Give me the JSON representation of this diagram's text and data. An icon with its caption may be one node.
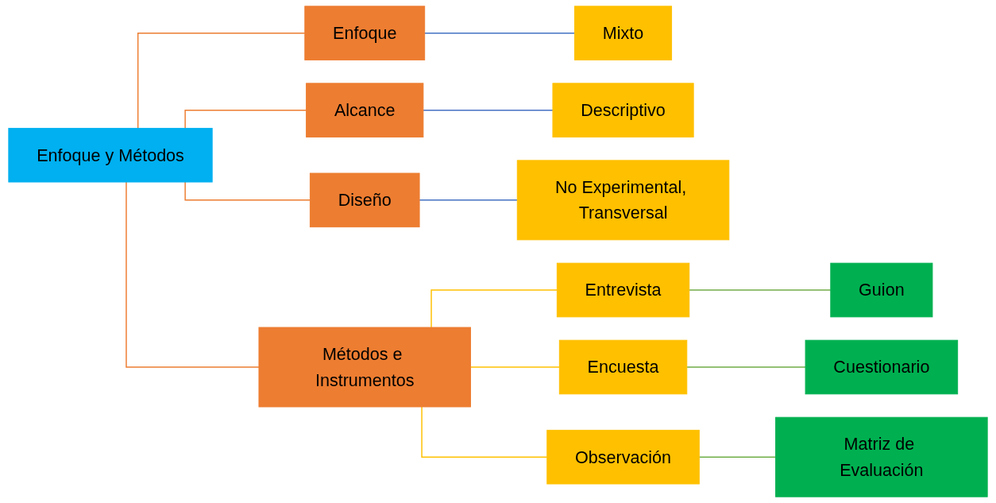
{
  "diagram": {
    "nodes": [
      {
        "text": [
          "Enfoque y Métodos"
        ]
      },
      {
        "text": [
          "Enfoque"
        ]
      },
      {
        "text": [
          "Alcance"
        ]
      },
      {
        "text": [
          "Diseño"
        ]
      },
      {
        "text": [
          "Métodos e Instrumentos"
        ]
      },
      {
        "text": [
          "Mixto"
        ]
      },
      {
        "text": [
          "Descriptivo"
        ]
      },
      {
        "text": [
          "No Experimental, Transversal"
        ]
      },
      {
        "text": [
          "Entrevista"
        ]
      },
      {
        "text": [
          "Encuesta"
        ]
      },
      {
        "text": [
          "Observación"
        ]
      },
      {
        "text": [
          "Guion"
        ]
      },
      {
        "text": [
          "Cuestionario"
        ]
      },
      {
        "text": [
          "Matriz de Evaluación"
        ]
      }
    ],
    "edges": [
      {
        "from": 0,
        "to": 1,
        "arrow": "none",
        "color": "#ed7d31"
      },
      {
        "from": 0,
        "to": 2,
        "arrow": "none",
        "color": "#ed7d31"
      },
      {
        "from": 0,
        "to": 3,
        "arrow": "none",
        "color": "#ed7d31"
      },
      {
        "from": 0,
        "to": 4,
        "arrow": "none",
        "color": "#ed7d31"
      },
      {
        "from": 1,
        "to": 5,
        "arrow": "none",
        "color": "#4472c4"
      },
      {
        "from": 2,
        "to": 6,
        "arrow": "none",
        "color": "#4472c4"
      },
      {
        "from": 3,
        "to": 7,
        "arrow": "none",
        "color": "#4472c4"
      },
      {
        "from": 4,
        "to": 8,
        "arrow": "none",
        "color": "#ffc000"
      },
      {
        "from": 4,
        "to": 9,
        "arrow": "none",
        "color": "#ffc000"
      },
      {
        "from": 4,
        "to": 10,
        "arrow": "none",
        "color": "#ffc000"
      },
      {
        "from": 8,
        "to": 11,
        "arrow": "none",
        "color": "#70ad47"
      },
      {
        "from": 9,
        "to": 12,
        "arrow": "none",
        "color": "#70ad47"
      },
      {
        "from": 10,
        "to": 13,
        "arrow": "none",
        "color": "#70ad47"
      }
    ]
  }
}
